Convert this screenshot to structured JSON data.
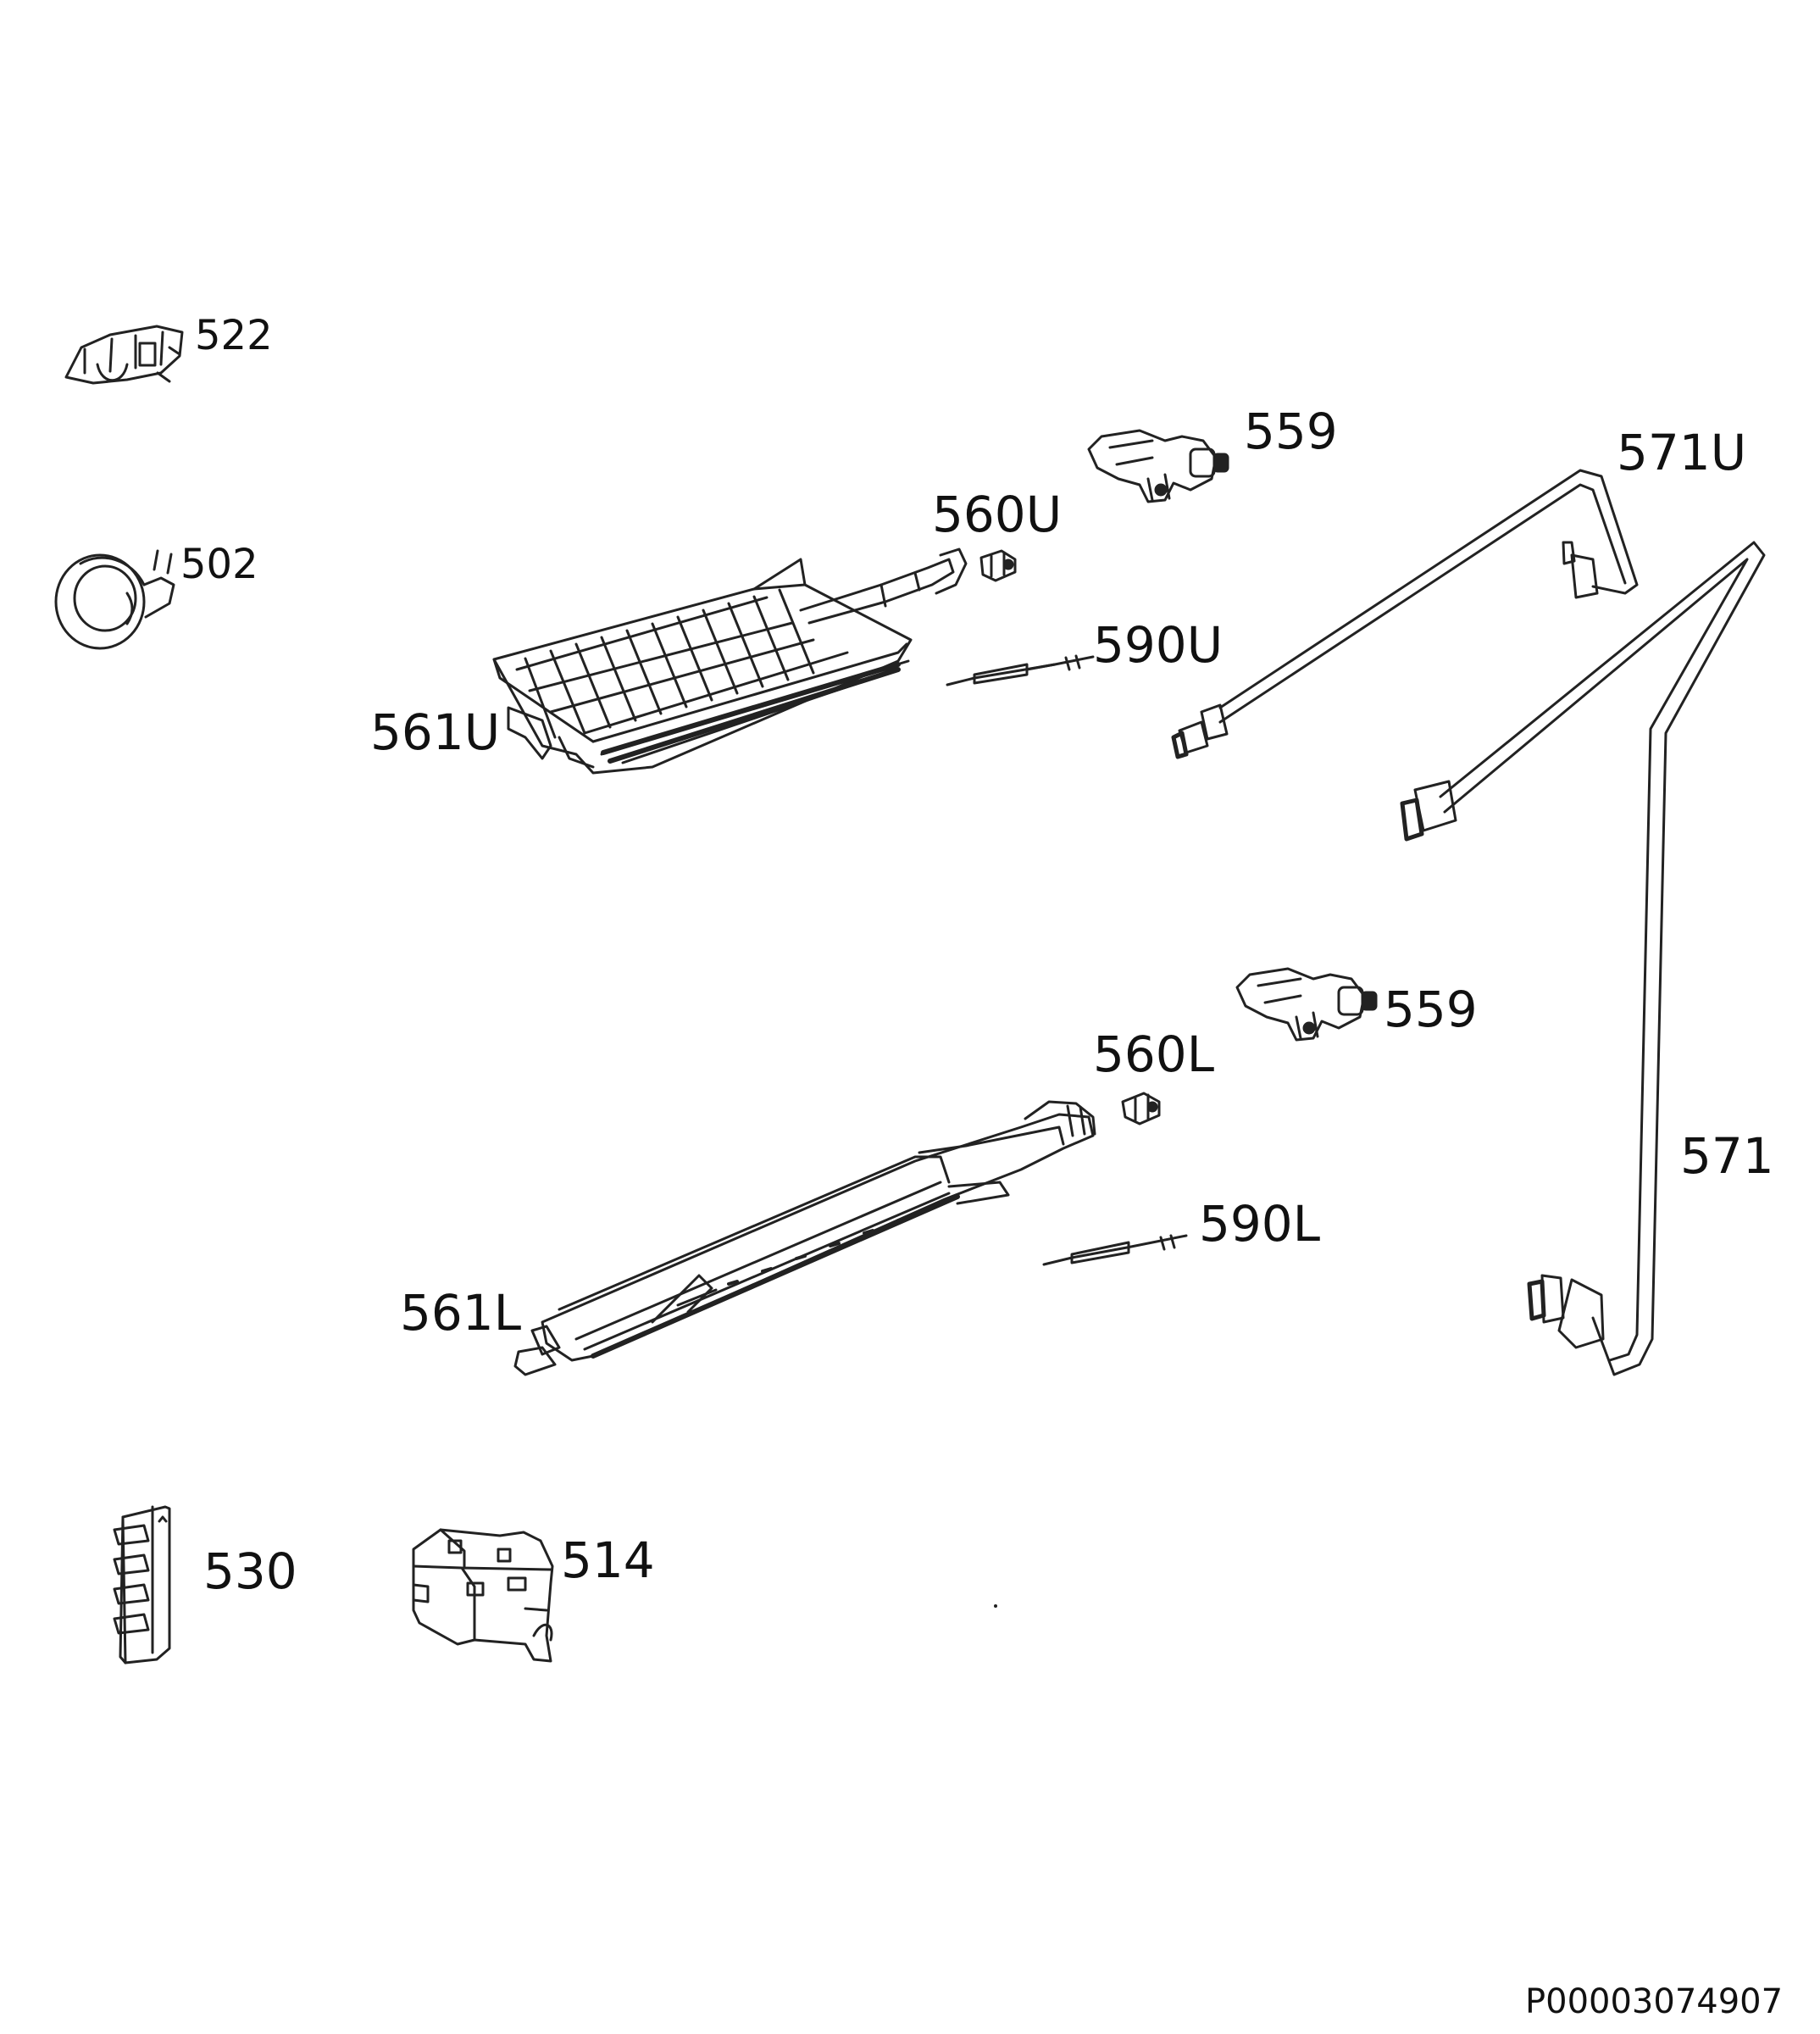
{
  "parts": {
    "p522": "522",
    "p502": "502",
    "p559_upper": "559",
    "p571U": "571U",
    "p560U": "560U",
    "p590U": "590U",
    "p561U": "561U",
    "p559_lower": "559",
    "p560L": "560L",
    "p571": "571",
    "p590L": "590L",
    "p561L": "561L",
    "p530": "530",
    "p514": "514"
  },
  "document_code": "P00003074907"
}
